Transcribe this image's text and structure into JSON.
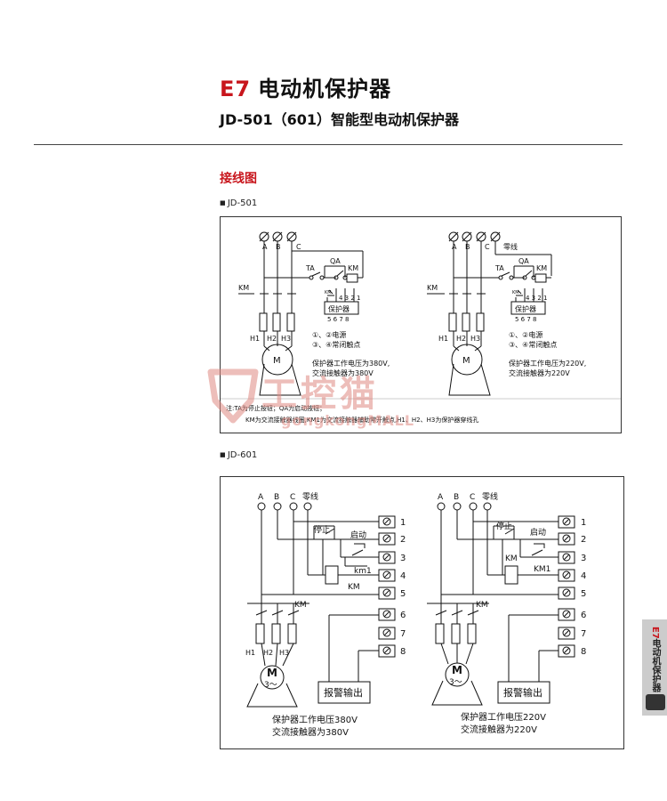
{
  "header": {
    "code": "E7",
    "title": "电动机保护器",
    "subtitle": "JD-501（601）智能型电动机保护器"
  },
  "section": {
    "heading": "接线图"
  },
  "diagrams": {
    "jd501": {
      "model": "JD-501",
      "left": {
        "phases": [
          "A",
          "B",
          "C"
        ],
        "ta": "TA",
        "qa": "QA",
        "km": "KM",
        "km_main": "KM",
        "km_small": "KM",
        "term_top": "4 3 2 1",
        "term_bot": "5 6 7 8",
        "protector": "保护器",
        "h_labels": [
          "H1",
          "H2",
          "H3"
        ],
        "motor": "M",
        "legend1": "①、②电源",
        "legend2": "③、④常闭触点",
        "note1": "保护器工作电压为380V,",
        "note2": "交流接触器为380V"
      },
      "right": {
        "phases": [
          "A",
          "B",
          "C"
        ],
        "neutral": "零线",
        "ta": "TA",
        "qa": "QA",
        "km": "KM",
        "km_main": "KM",
        "km_small": "KM",
        "term_top": "4 3 2 1",
        "term_bot": "5 6 7 8",
        "protector": "保护器",
        "h_labels": [
          "H1",
          "H2",
          "H3"
        ],
        "motor": "M",
        "legend1": "①、②电源",
        "legend2": "③、④常闭触点",
        "note1": "保护器工作电压为220V,",
        "note2": "交流接触器为220V"
      },
      "footnote1": "注:TA为停止按钮；QA为启动按钮；",
      "footnote2": "KM为交流接触器线圈,KM1为交流接触器辅助常开触点,H1、H2、H3为保护器穿线孔"
    },
    "jd601": {
      "model": "JD-601",
      "left": {
        "phases": [
          "A",
          "B",
          "C"
        ],
        "neutral": "零线",
        "stop": "停止",
        "start": "启动",
        "km1": "km1",
        "km_coil": "KM",
        "km_main": "KM",
        "terminals": [
          "1",
          "2",
          "3",
          "4",
          "5",
          "6",
          "7",
          "8"
        ],
        "h_labels": [
          "H1",
          "H2",
          "H3"
        ],
        "motor": "M",
        "motor_sub": "3～",
        "alarm": "报警输出",
        "note1": "保护器工作电压380V",
        "note2": "交流接触器为380V"
      },
      "right": {
        "phases": [
          "A",
          "B",
          "C"
        ],
        "neutral": "零线",
        "stop": "停止",
        "start": "启动",
        "km1": "KM1",
        "km_coil": "KM",
        "km_main": "KM",
        "terminals": [
          "1",
          "2",
          "3",
          "4",
          "5",
          "6",
          "7",
          "8"
        ],
        "motor": "M",
        "motor_sub": "3～",
        "alarm": "报警输出",
        "note1": "保护器工作电压220V",
        "note2": "交流接触器为220V"
      }
    }
  },
  "watermark": {
    "cn": "工控猫",
    "en": "gongkongMALL"
  },
  "side_tab": {
    "code": "E7",
    "label": "电动机保护器"
  }
}
